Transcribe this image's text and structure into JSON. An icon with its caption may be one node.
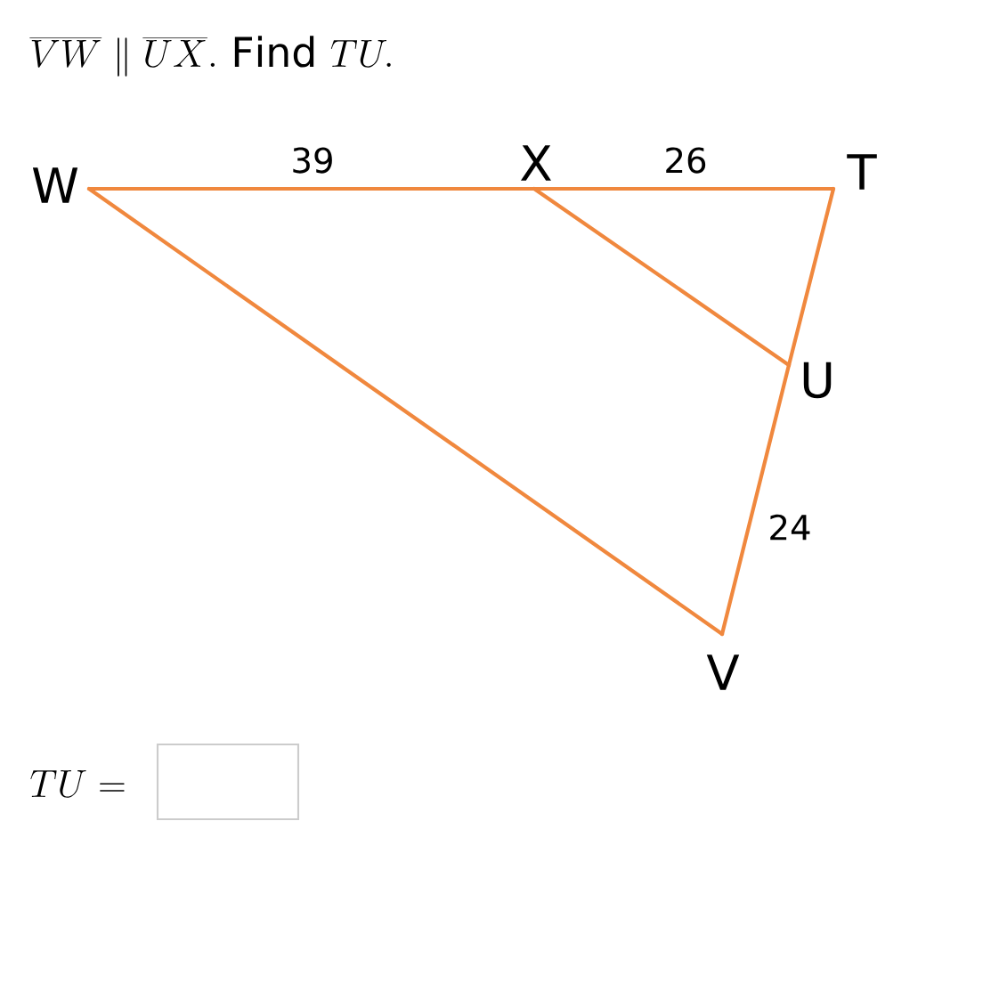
{
  "diagram": {
    "title": "\\overline{VW}\\parallel\\overline{UX}.\\ \\mathrm{Find}\\ TU.",
    "nodes": [
      {
        "text": [
          "W"
        ]
      },
      {
        "text": [
          "X"
        ]
      },
      {
        "text": [
          "T"
        ]
      },
      {
        "text": [
          "U"
        ]
      },
      {
        "text": [
          "V"
        ]
      }
    ],
    "edges": [
      {
        "from": 0,
        "to": 1,
        "arrow": "none",
        "label": "39"
      },
      {
        "from": 1,
        "to": 2,
        "arrow": "none",
        "label": "26"
      },
      {
        "from": 2,
        "to": 3,
        "arrow": "none"
      },
      {
        "from": 3,
        "to": 4,
        "arrow": "none",
        "label": "24"
      },
      {
        "from": 4,
        "to": 0,
        "arrow": "none"
      },
      {
        "from": 1,
        "to": 3,
        "arrow": "none"
      }
    ],
    "labels": [
      "TU ="
    ]
  }
}
